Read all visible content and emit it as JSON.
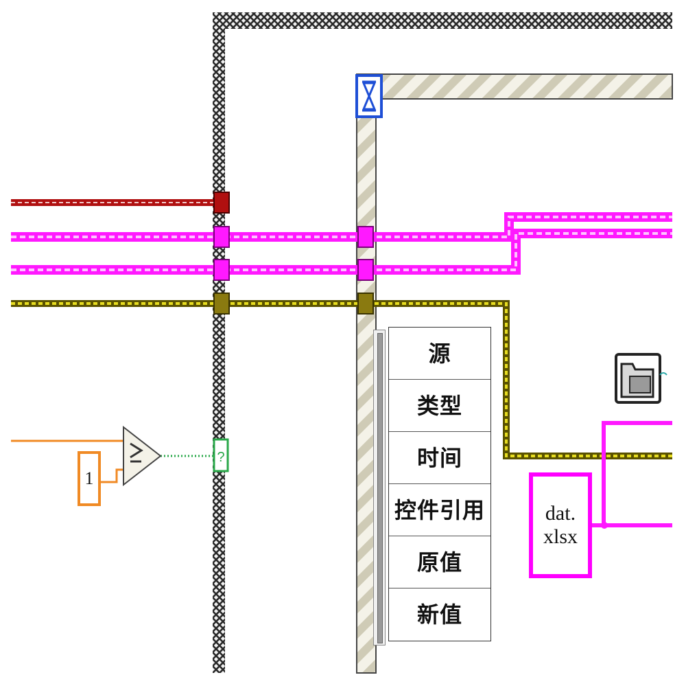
{
  "node": {
    "items": [
      "源",
      "类型",
      "时间",
      "控件引用",
      "原值",
      "新值"
    ]
  },
  "constant": {
    "value": "1"
  },
  "path_constant": {
    "line1": "dat.",
    "line2": "xlsx"
  },
  "tunnel_unknown_glyph": "?",
  "colors": {
    "error_wire": "#b01010",
    "reference_wire": "#ff19ff",
    "path_wire": "#b8a800",
    "numeric_wire": "#f08a24",
    "boolean_wire": "#2aa84a",
    "loop_border": "#3a3a3a",
    "timed_border": "#ccc9b4",
    "timer_icon": "#1e4fd6"
  },
  "icons": [
    "hourglass-icon",
    "greater-or-equal-icon",
    "folder-file-icon"
  ]
}
